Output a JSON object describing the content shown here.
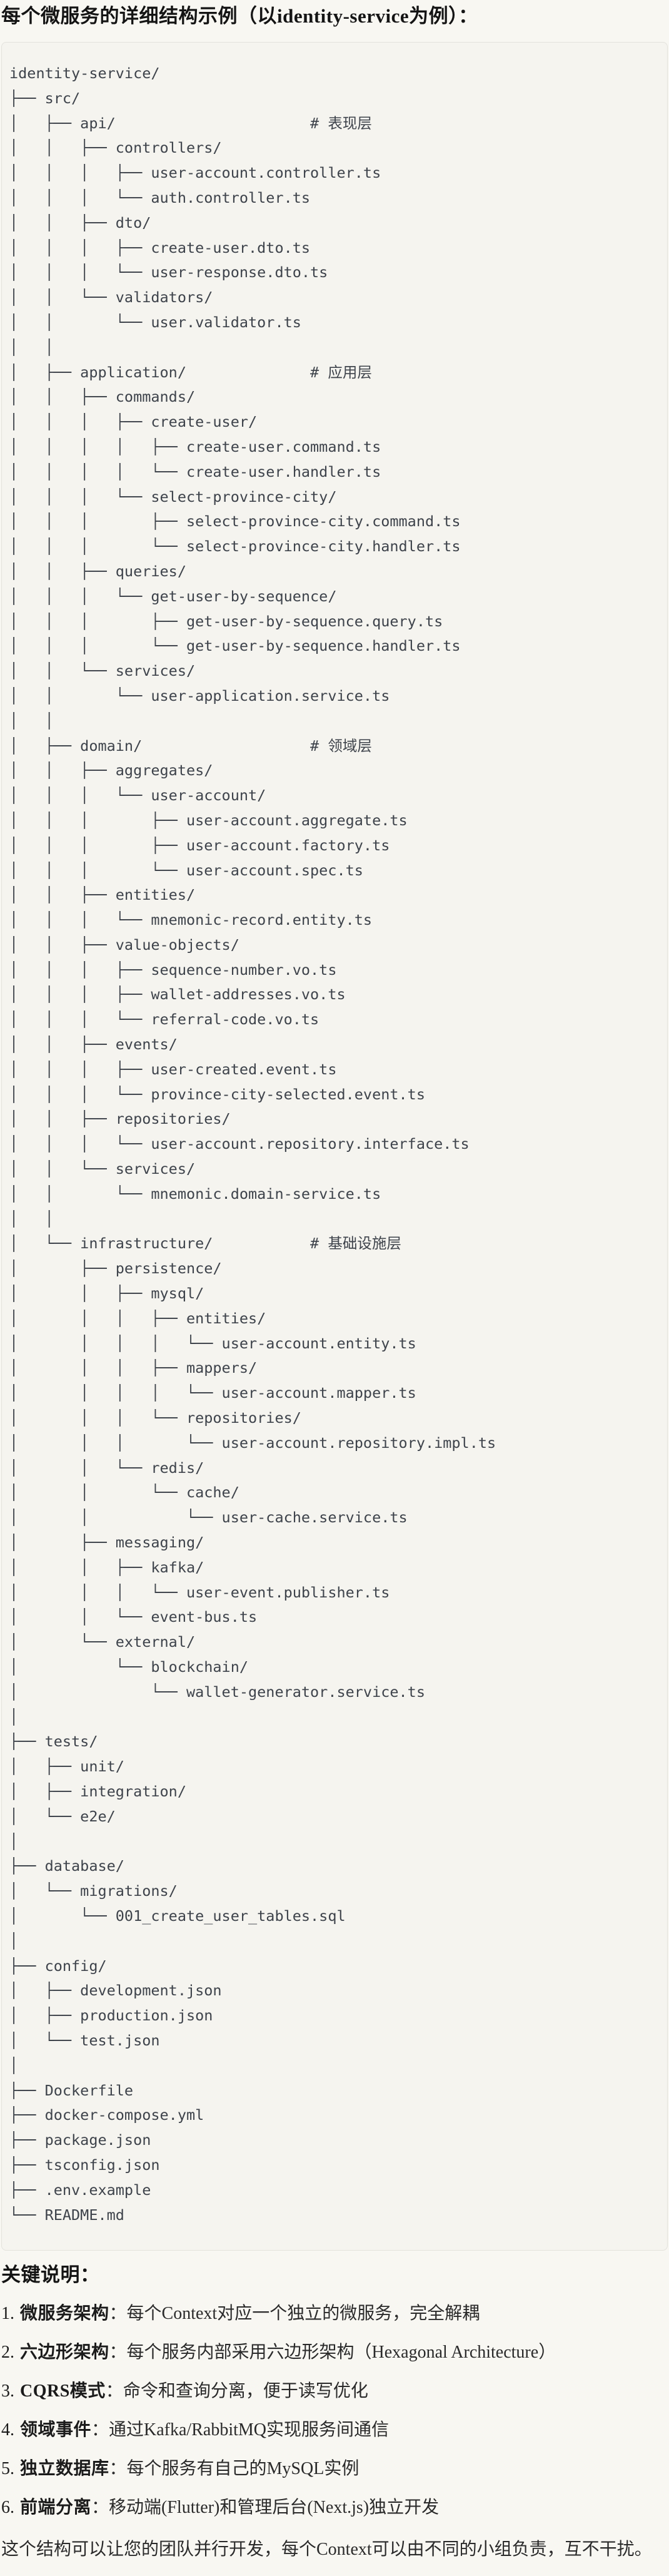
{
  "page": {
    "title": "每个微服务的详细结构示例（以identity-service为例）："
  },
  "code_block": {
    "lines": [
      "identity-service/",
      "├── src/",
      "│   ├── api/                      # 表现层",
      "│   │   ├── controllers/",
      "│   │   │   ├── user-account.controller.ts",
      "│   │   │   └── auth.controller.ts",
      "│   │   ├── dto/",
      "│   │   │   ├── create-user.dto.ts",
      "│   │   │   └── user-response.dto.ts",
      "│   │   └── validators/",
      "│   │       └── user.validator.ts",
      "│   │",
      "│   ├── application/              # 应用层",
      "│   │   ├── commands/",
      "│   │   │   ├── create-user/",
      "│   │   │   │   ├── create-user.command.ts",
      "│   │   │   │   └── create-user.handler.ts",
      "│   │   │   └── select-province-city/",
      "│   │   │       ├── select-province-city.command.ts",
      "│   │   │       └── select-province-city.handler.ts",
      "│   │   ├── queries/",
      "│   │   │   └── get-user-by-sequence/",
      "│   │   │       ├── get-user-by-sequence.query.ts",
      "│   │   │       └── get-user-by-sequence.handler.ts",
      "│   │   └── services/",
      "│   │       └── user-application.service.ts",
      "│   │",
      "│   ├── domain/                   # 领域层",
      "│   │   ├── aggregates/",
      "│   │   │   └── user-account/",
      "│   │   │       ├── user-account.aggregate.ts",
      "│   │   │       ├── user-account.factory.ts",
      "│   │   │       └── user-account.spec.ts",
      "│   │   ├── entities/",
      "│   │   │   └── mnemonic-record.entity.ts",
      "│   │   ├── value-objects/",
      "│   │   │   ├── sequence-number.vo.ts",
      "│   │   │   ├── wallet-addresses.vo.ts",
      "│   │   │   └── referral-code.vo.ts",
      "│   │   ├── events/",
      "│   │   │   ├── user-created.event.ts",
      "│   │   │   └── province-city-selected.event.ts",
      "│   │   ├── repositories/",
      "│   │   │   └── user-account.repository.interface.ts",
      "│   │   └── services/",
      "│   │       └── mnemonic.domain-service.ts",
      "│   │",
      "│   └── infrastructure/           # 基础设施层",
      "│       ├── persistence/",
      "│       │   ├── mysql/",
      "│       │   │   ├── entities/",
      "│       │   │   │   └── user-account.entity.ts",
      "│       │   │   ├── mappers/",
      "│       │   │   │   └── user-account.mapper.ts",
      "│       │   │   └── repositories/",
      "│       │   │       └── user-account.repository.impl.ts",
      "│       │   └── redis/",
      "│       │       └── cache/",
      "│       │           └── user-cache.service.ts",
      "│       ├── messaging/",
      "│       │   ├── kafka/",
      "│       │   │   └── user-event.publisher.ts",
      "│       │   └── event-bus.ts",
      "│       └── external/",
      "│           └── blockchain/",
      "│               └── wallet-generator.service.ts",
      "│",
      "├── tests/",
      "│   ├── unit/",
      "│   ├── integration/",
      "│   └── e2e/",
      "│",
      "├── database/",
      "│   └── migrations/",
      "│       └── 001_create_user_tables.sql",
      "│",
      "├── config/",
      "│   ├── development.json",
      "│   ├── production.json",
      "│   └── test.json",
      "│",
      "├── Dockerfile",
      "├── docker-compose.yml",
      "├── package.json",
      "├── tsconfig.json",
      "├── .env.example",
      "└── README.md"
    ]
  },
  "key_notes": {
    "heading": "关键说明：",
    "items": [
      {
        "num": "1.",
        "label": "微服务架构",
        "colon": "：",
        "text": "每个Context对应一个独立的微服务，完全解耦"
      },
      {
        "num": "2.",
        "label": "六边形架构",
        "colon": "：",
        "text": "每个服务内部采用六边形架构（Hexagonal Architecture）"
      },
      {
        "num": "3.",
        "label": "CQRS模式",
        "colon": "：",
        "text": "命令和查询分离，便于读写优化"
      },
      {
        "num": "4.",
        "label": "领域事件",
        "colon": "：",
        "text": "通过Kafka/RabbitMQ实现服务间通信"
      },
      {
        "num": "5.",
        "label": "独立数据库",
        "colon": "：",
        "text": "每个服务有自己的MySQL实例"
      },
      {
        "num": "6.",
        "label": "前端分离",
        "colon": "：",
        "text": "移动端(Flutter)和管理后台(Next.js)独立开发"
      }
    ],
    "footer": "这个结构可以让您的团队并行开发，每个Context可以由不同的小组负责，互不干扰。"
  }
}
